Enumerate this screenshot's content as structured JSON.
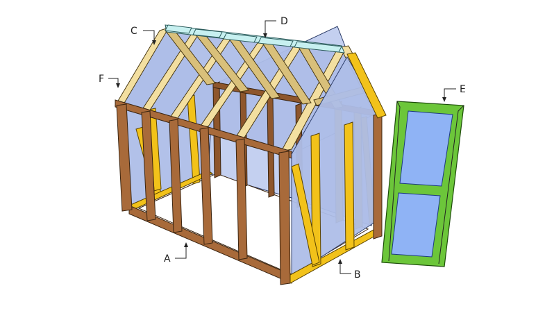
{
  "labels": {
    "a": "A",
    "b": "B",
    "c": "C",
    "d": "D",
    "e": "E",
    "f": "F"
  }
}
